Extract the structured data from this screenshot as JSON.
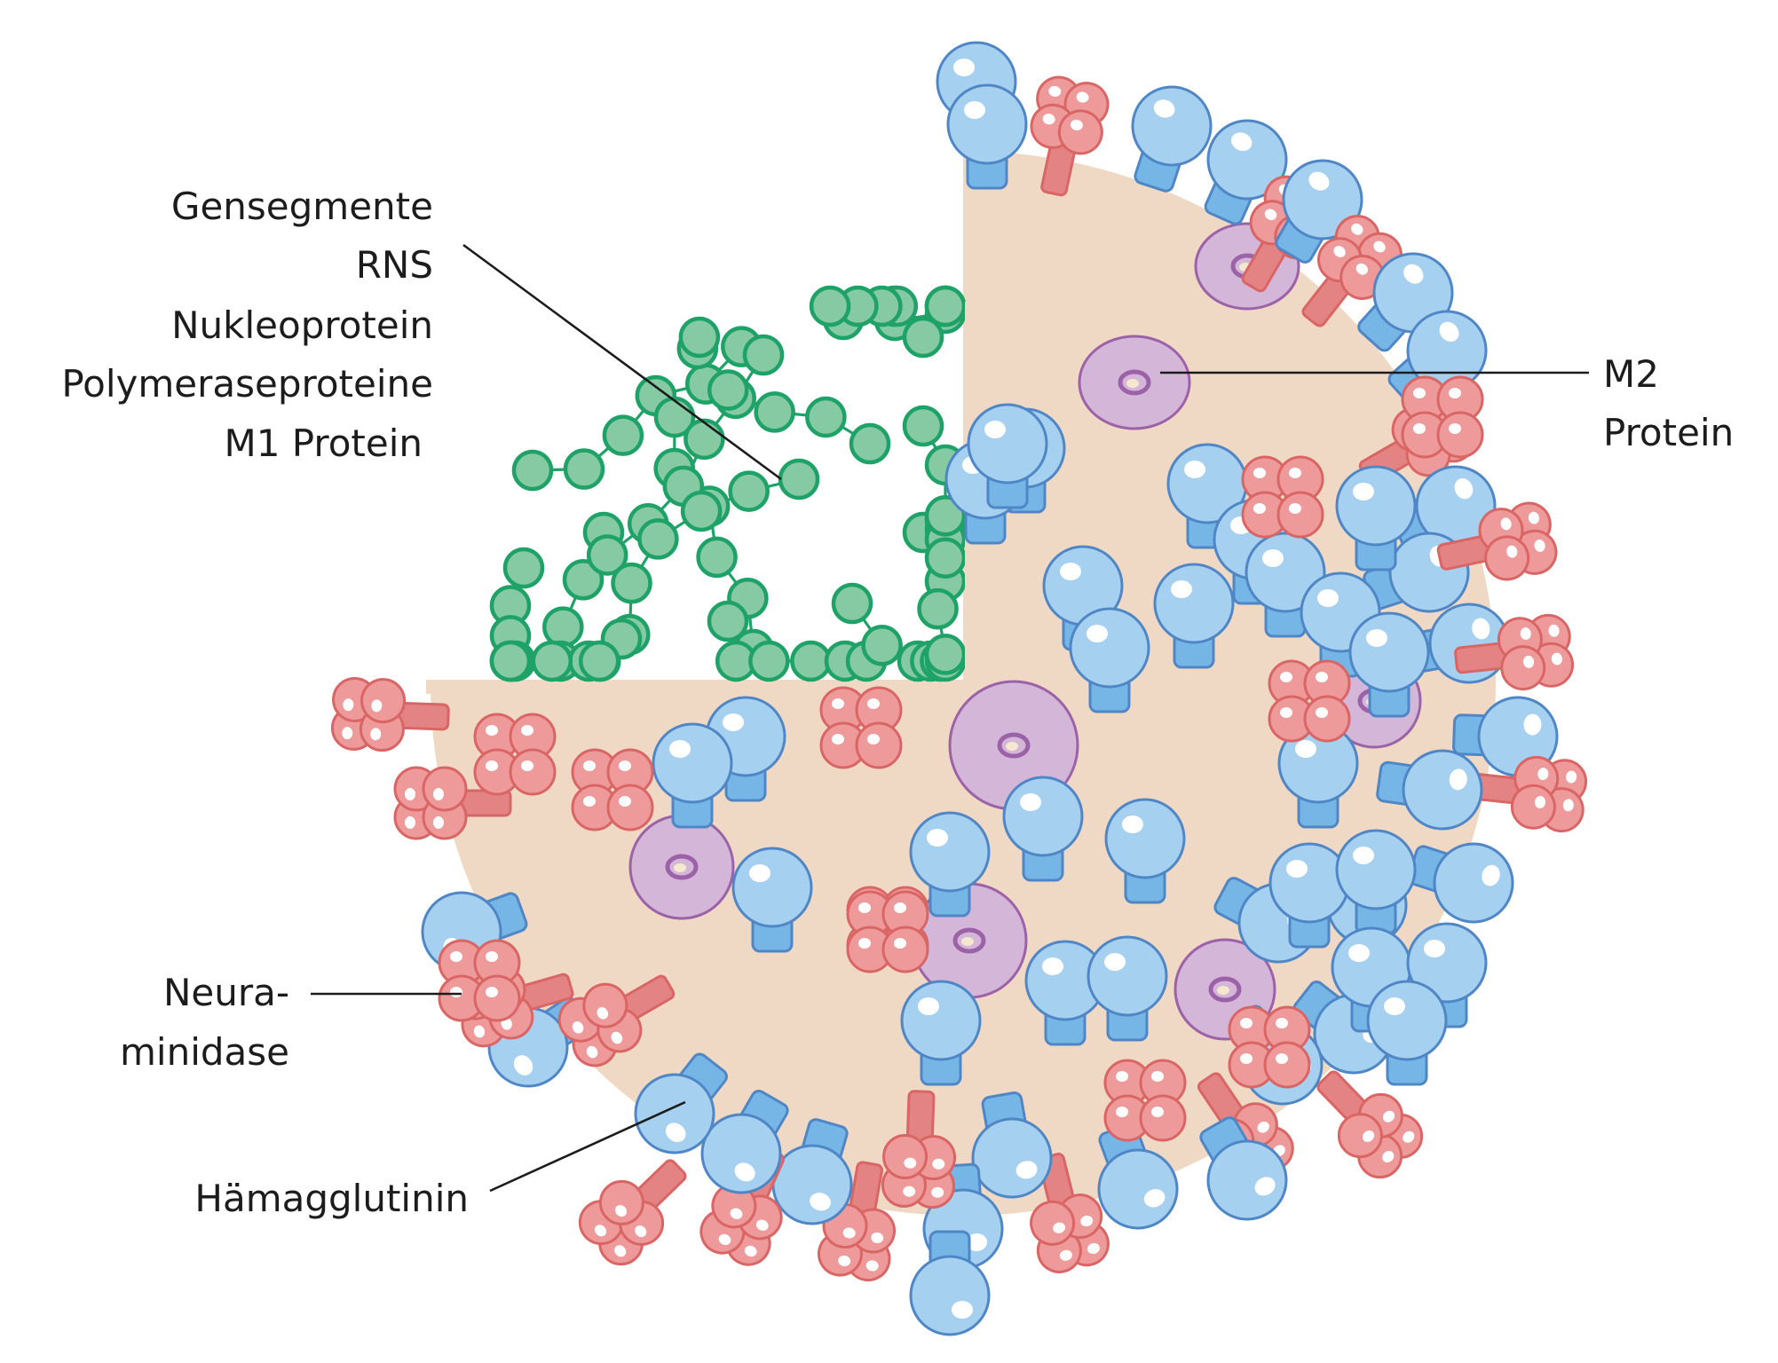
{
  "labels": {
    "segments_lines": [
      "Gensegmente",
      "RNS",
      "Nukleoprotein",
      "Polymeraseproteine",
      "M1 Protein"
    ],
    "m2_lines": [
      "M2",
      "Protein"
    ],
    "neuraminidase_lines": [
      "Neura-",
      "minidase"
    ],
    "hemagglutinin": "Hämagglutinin"
  },
  "colors": {
    "envelope": "#f0d9c4",
    "hemagglutinin_fill": "#a6d0ef",
    "hemagglutinin_stem": "#75b6e6",
    "hemagglutinin_stroke": "#4f86c6",
    "neuraminidase_fill": "#ee9a9a",
    "neuraminidase_stroke": "#d96565",
    "m2_fill": "#d4b6d9",
    "m2_stroke": "#9c62a8",
    "rnp_fill": "#86caa3",
    "rnp_stroke": "#1fa267"
  },
  "icons": [
    "hemagglutinin-spike-icon",
    "neuraminidase-spike-icon",
    "m2-channel-icon",
    "nucleoprotein-bead-icon"
  ]
}
